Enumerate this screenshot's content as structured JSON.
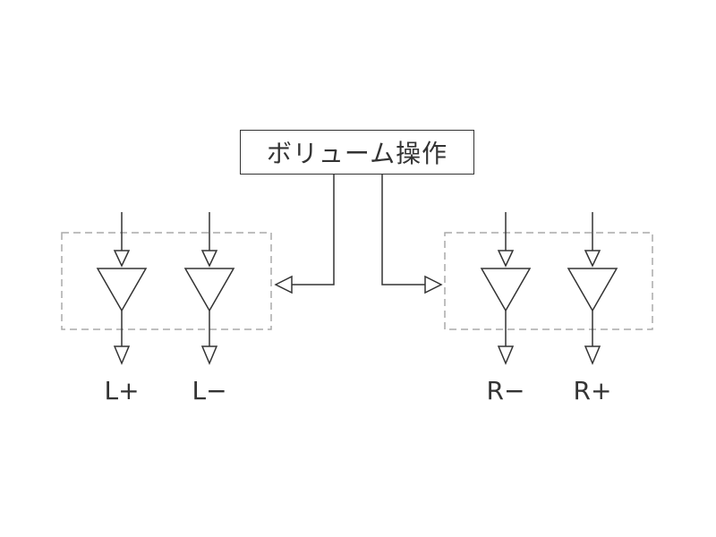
{
  "volume_control": {
    "label": "ボリューム操作"
  },
  "channels": [
    {
      "label": "L+"
    },
    {
      "label": "L−"
    },
    {
      "label": "R−"
    },
    {
      "label": "R+"
    }
  ],
  "colors": {
    "line": "#333333",
    "dashed": "#aaaaaa",
    "background": "#ffffff"
  }
}
